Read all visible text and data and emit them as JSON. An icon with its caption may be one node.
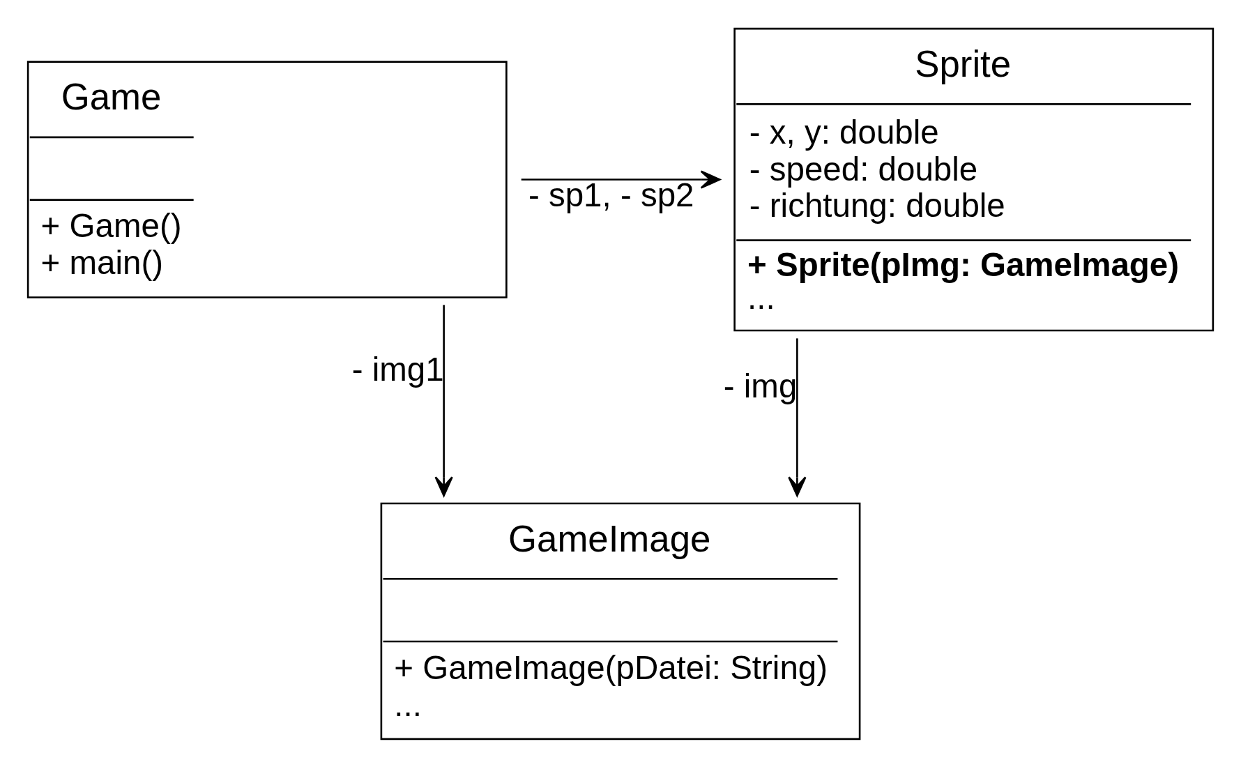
{
  "diagram": {
    "nodes": [
      {
        "text": [
          "Game",
          "+ Game()",
          "+ main()"
        ]
      },
      {
        "text": [
          "Sprite",
          "- x, y: double",
          "- speed: double",
          "- richtung: double",
          "+ Sprite(pImg: GameImage)",
          "..."
        ]
      },
      {
        "text": [
          "GameImage",
          "+ GameImage(pDatei: String)",
          "..."
        ]
      }
    ],
    "edges": [
      {
        "from": 0,
        "to": 1,
        "arrow": "to",
        "label": "- sp1, - sp2"
      },
      {
        "from": 1,
        "to": 2,
        "arrow": "to",
        "label": "- img"
      },
      {
        "from": 0,
        "to": 2,
        "arrow": "to",
        "label": "- img1"
      }
    ]
  }
}
